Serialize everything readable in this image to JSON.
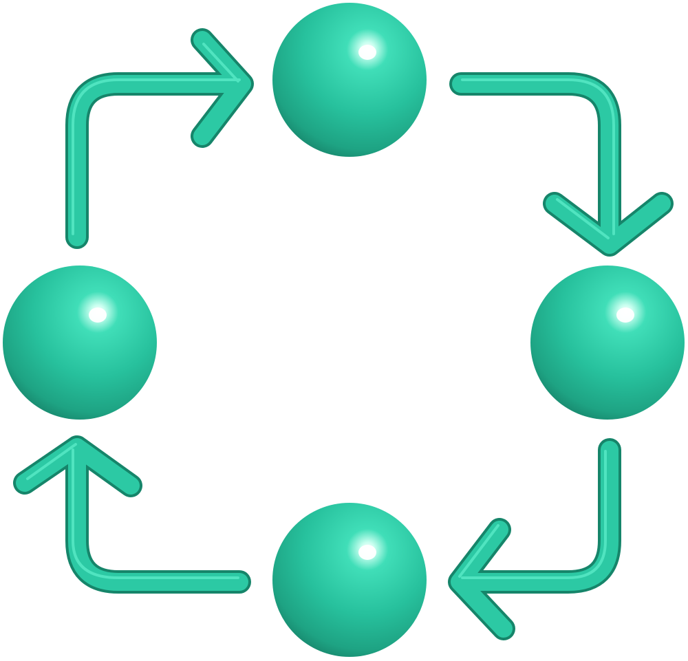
{
  "diagram": {
    "kind": "cycle",
    "nodes": [
      {
        "id": "top",
        "label": ""
      },
      {
        "id": "right",
        "label": ""
      },
      {
        "id": "bottom",
        "label": ""
      },
      {
        "id": "left",
        "label": ""
      }
    ],
    "edges": [
      {
        "from": "left",
        "to": "top",
        "direction": "clockwise"
      },
      {
        "from": "top",
        "to": "right",
        "direction": "clockwise"
      },
      {
        "from": "right",
        "to": "bottom",
        "direction": "clockwise"
      },
      {
        "from": "bottom",
        "to": "left",
        "direction": "clockwise"
      }
    ]
  },
  "colors": {
    "base": "#2cc9a4",
    "highlight": "#ffffff",
    "light": "#3ee0b8",
    "shadow": "#17876c",
    "background": "#ffffff"
  }
}
